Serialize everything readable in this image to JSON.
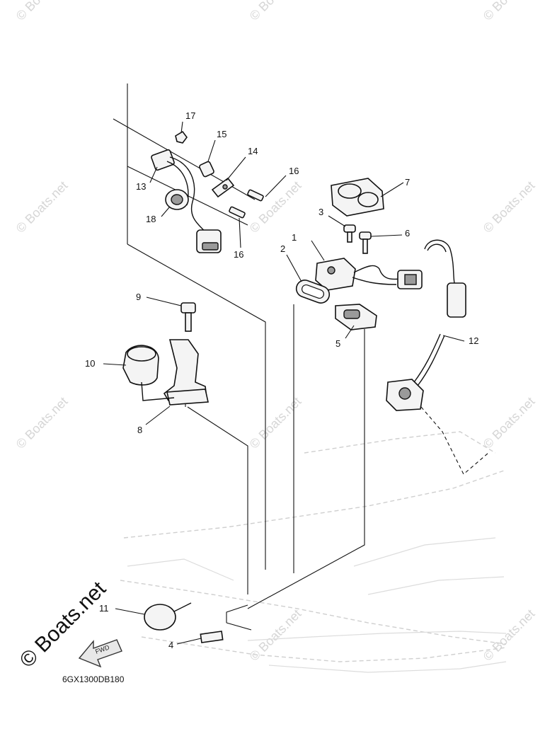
{
  "labels": {
    "p1": "1",
    "p2": "2",
    "p3": "3",
    "p4": "4",
    "p5": "5",
    "p6": "6",
    "p7": "7",
    "p8": "8",
    "p9": "9",
    "p10": "10",
    "p11": "11",
    "p12": "12",
    "p13": "13",
    "p14": "14",
    "p15": "15",
    "p16a": "16",
    "p16b": "16",
    "p17": "17",
    "p18": "18"
  },
  "diagram_code": "6GX1300DB180",
  "fwd_label": "FWD",
  "brand_text": "© Boats.net",
  "watermark_text": "© Boats.net"
}
